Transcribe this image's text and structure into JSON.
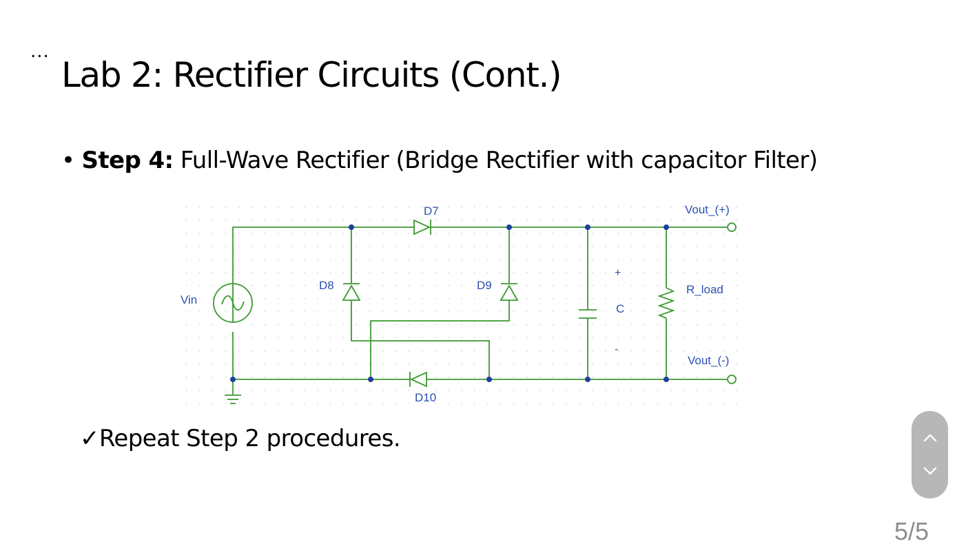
{
  "menu": {
    "more_label": "..."
  },
  "slide": {
    "title": "Lab 2: Rectifier Circuits (Cont.)",
    "bullet": {
      "symbol": "•",
      "step_label": "Step 4:",
      "text": " Full-Wave Rectifier (Bridge Rectifier with capacitor Filter)"
    },
    "check": {
      "symbol": "✓",
      "text": "Repeat Step 2 procedures."
    }
  },
  "circuit": {
    "labels": {
      "vin": "Vin",
      "d7": "D7",
      "d8": "D8",
      "d9": "D9",
      "d10": "D10",
      "cap": "C",
      "cap_plus": "+",
      "cap_minus": "-",
      "load": "R_load",
      "vout_pos": "Vout_(+)",
      "vout_neg": "Vout_(-)"
    },
    "colors": {
      "wire": "#3a9a2f",
      "node": "#1f3fa0",
      "text": "#2d4fb0",
      "grid": "#c8c8c8"
    }
  },
  "navigation": {
    "up_icon": "chevron-up-icon",
    "down_icon": "chevron-down-icon",
    "page_counter": "5/5"
  }
}
